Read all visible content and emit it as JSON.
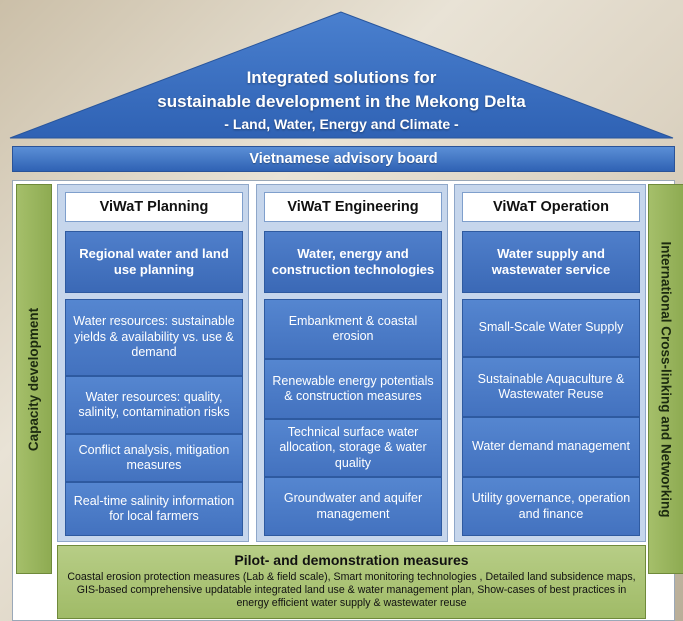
{
  "roof": {
    "line1": "Integrated solutions for",
    "line2": "sustainable development in the Mekong Delta",
    "line3": "- Land, Water, Energy and Climate -"
  },
  "advisory_board": "Vietnamese advisory board",
  "side_left": "Capacity development",
  "side_right": "International Cross-linking and Networking",
  "columns": [
    {
      "title": "ViWaT Planning",
      "head": "Regional water and land use planning",
      "cells": [
        "Water resources: sustainable yields & availability vs. use & demand",
        "Water resources: quality, salinity, contamination risks",
        "Conflict analysis, mitigation measures",
        "Real-time salinity information for local farmers"
      ]
    },
    {
      "title": "ViWaT Engineering",
      "head": "Water, energy and construction technologies",
      "cells": [
        "Embankment & coastal erosion",
        "Renewable energy potentials & construction measures",
        "Technical surface water allocation, storage & water quality",
        "Groundwater and aquifer management"
      ]
    },
    {
      "title": "ViWaT Operation",
      "head": "Water supply and wastewater service",
      "cells": [
        "Small-Scale Water Supply",
        "Sustainable Aquaculture & Wastewater Reuse",
        "Water demand management",
        "Utility governance, operation and finance"
      ]
    }
  ],
  "pilot": {
    "title": "Pilot- and demonstration measures",
    "text": "Coastal erosion protection measures (Lab & field scale), Smart monitoring technologies , Detailed land subsidence maps, GIS-based comprehensive updatable integrated land use & water management plan, Show-cases of best practices in energy efficient water supply & wastewater reuse"
  },
  "colors": {
    "roof": "#3a6fbf",
    "column_bg": "#c6d6ec",
    "cell_blue": "#4a79c4",
    "green": "#a5bf6a"
  }
}
